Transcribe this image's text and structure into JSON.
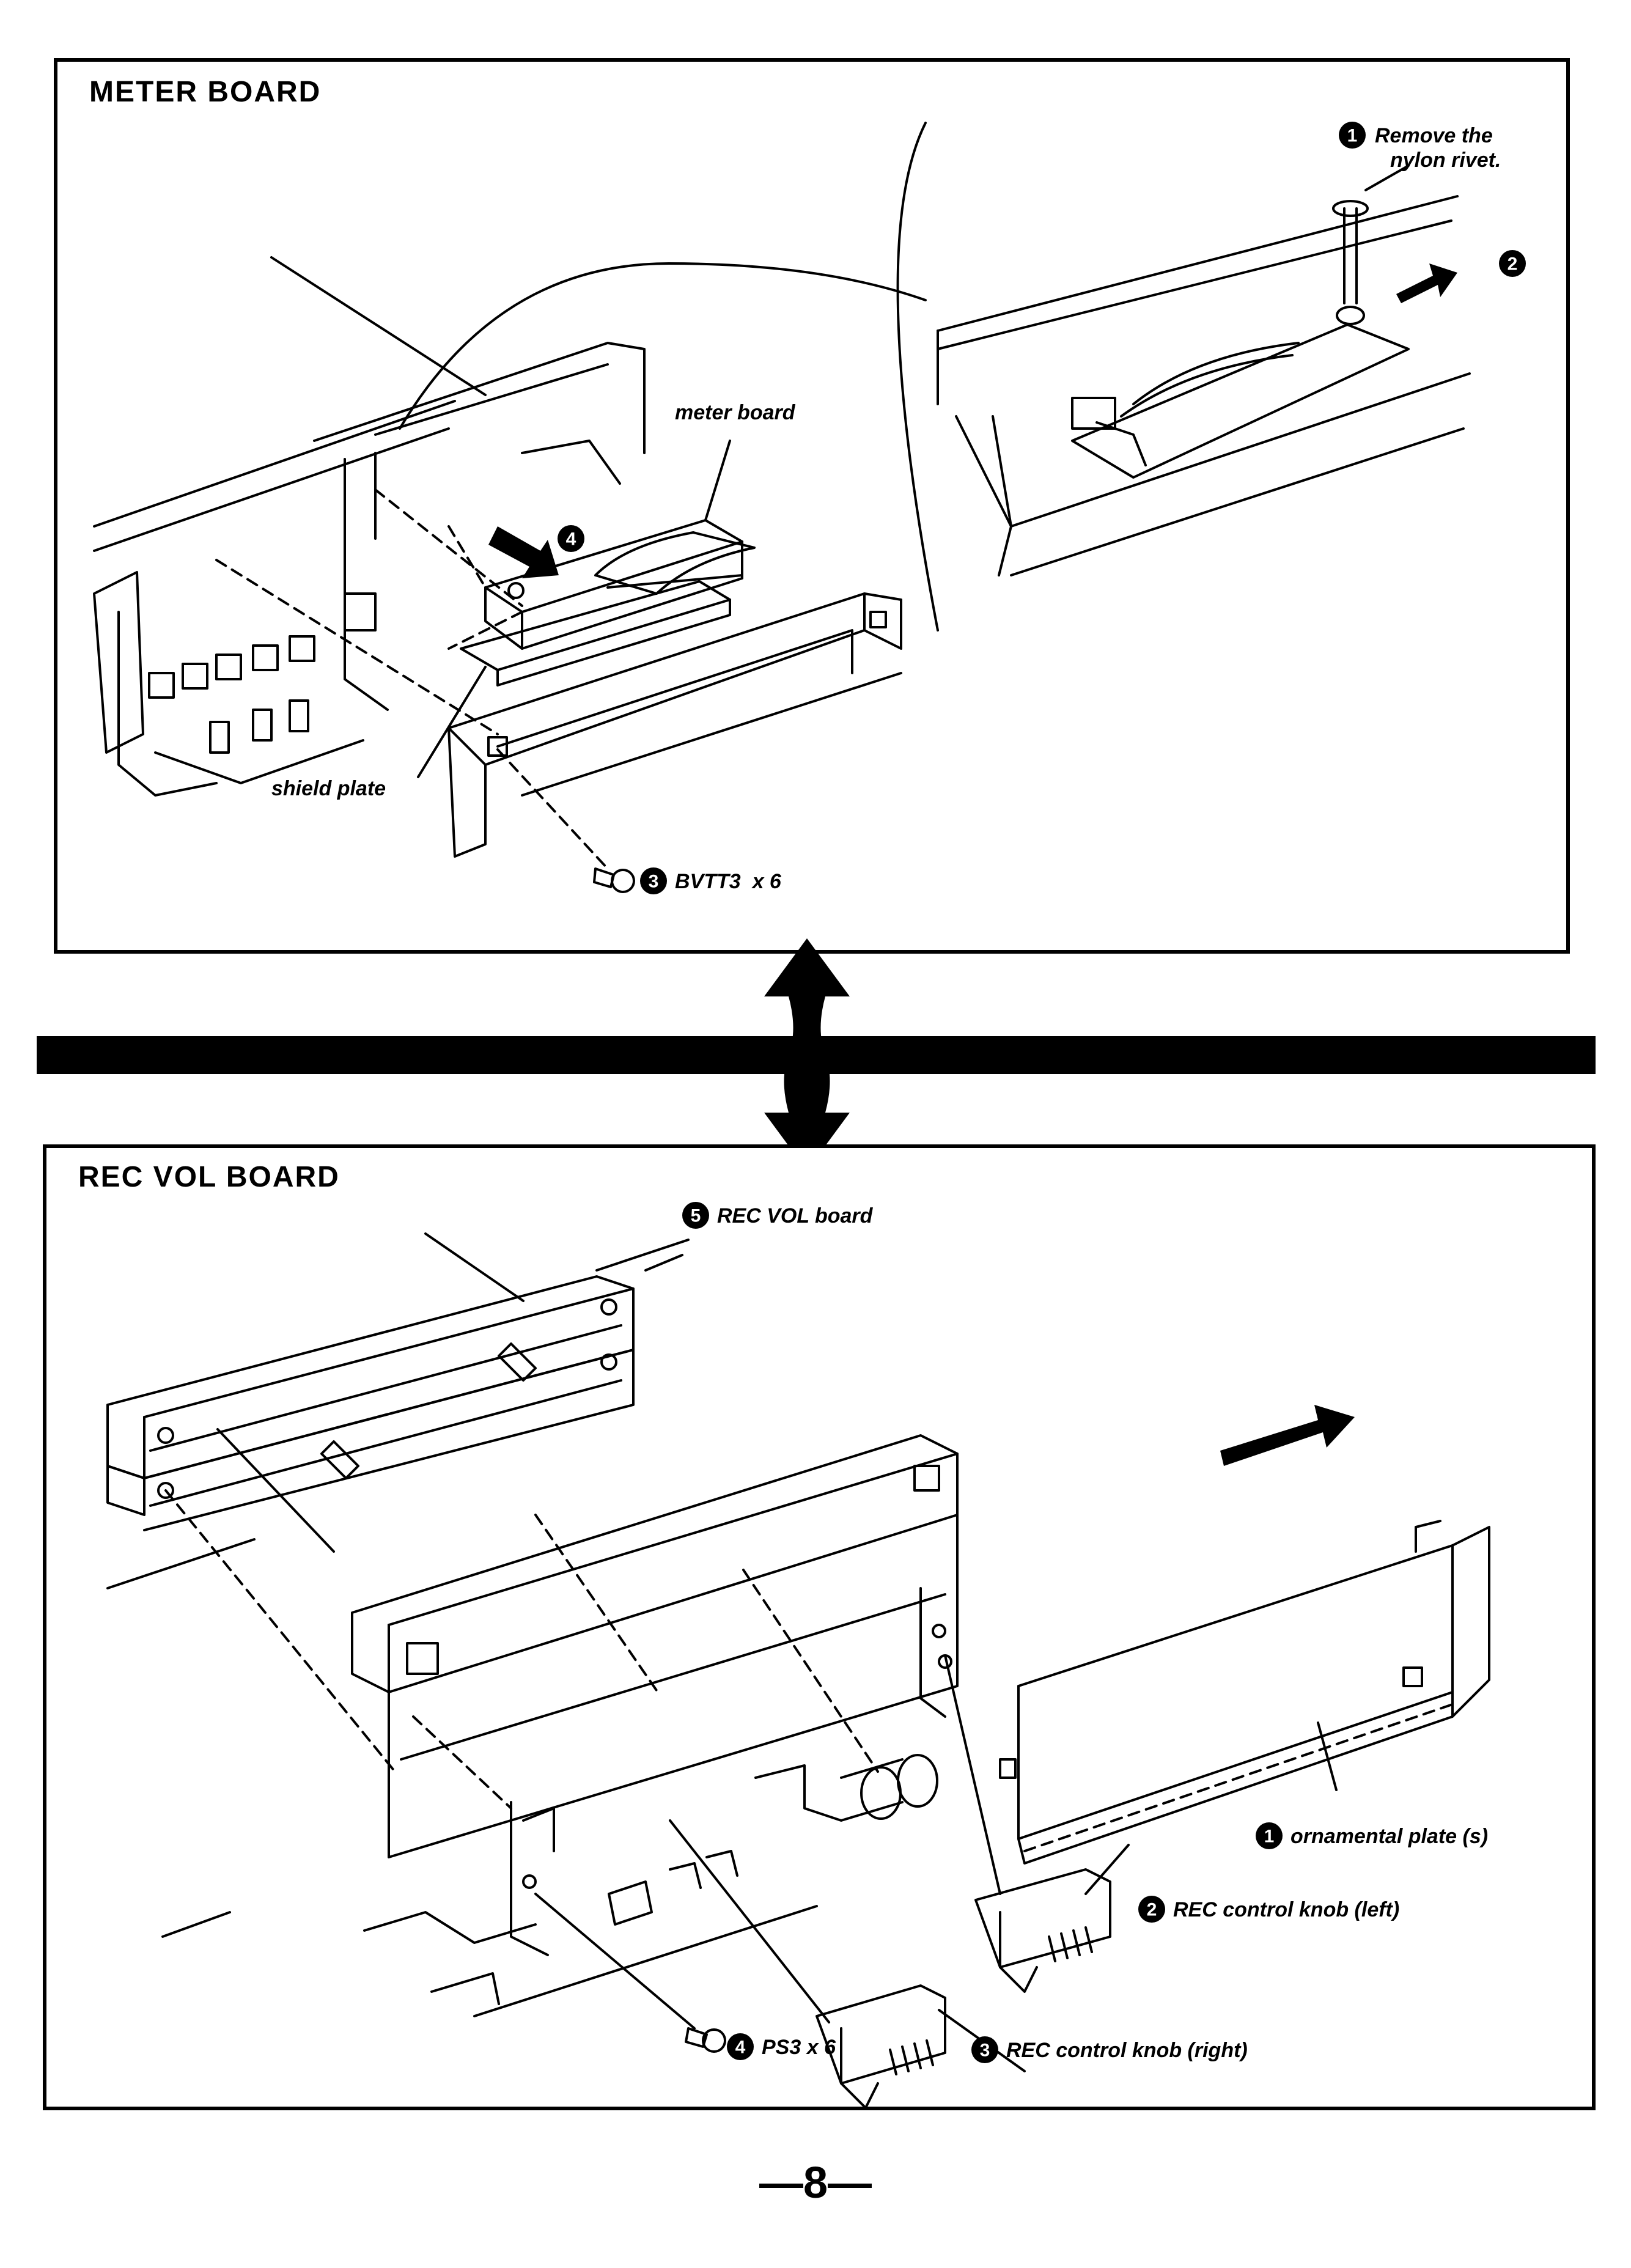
{
  "meter_board": {
    "title": "METER BOARD",
    "steps": [
      {
        "num": "1",
        "label_line1": "Remove the",
        "label_line2": "nylon rivet."
      },
      {
        "num": "2"
      },
      {
        "num": "3",
        "label": "BVTT3  x 6"
      },
      {
        "num": "4"
      }
    ],
    "labels": {
      "meter_board": "meter board",
      "shield_plate": "shield plate"
    }
  },
  "rec_vol_board": {
    "title": "REC VOL BOARD",
    "steps": [
      {
        "num": "1",
        "label": "ornamental plate (s)"
      },
      {
        "num": "2",
        "label": "REC control knob (left)"
      },
      {
        "num": "3",
        "label": "REC control knob (right)"
      },
      {
        "num": "4",
        "label": "PS3 x 6"
      },
      {
        "num": "5",
        "label": "REC VOL board"
      }
    ]
  },
  "page_number": "—8—"
}
